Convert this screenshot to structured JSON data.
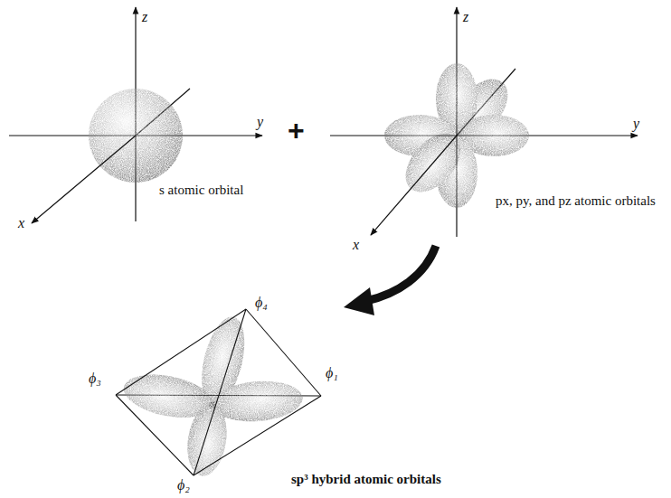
{
  "diagram": {
    "labels": [
      "z",
      "y",
      "x",
      "s atomic orbital",
      "+",
      "z",
      "y",
      "x",
      "px, py, and pz atomic orbitals",
      "ϕ₄",
      "ϕ₃",
      "ϕ₁",
      "ϕ₂",
      "sp³ hybrid atomic orbitals"
    ]
  }
}
